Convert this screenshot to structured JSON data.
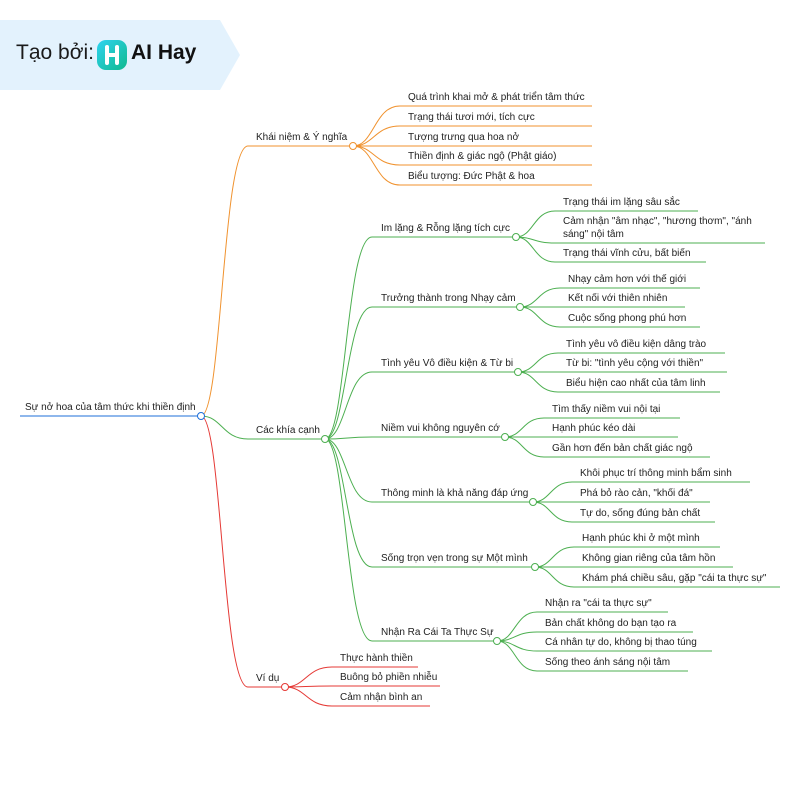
{
  "badge": {
    "label": "Tạo bởi:",
    "brand": "AI Hay",
    "background_color": "#E3F2FD",
    "brand_color": "#1DC8E8"
  },
  "mindmap": {
    "root": "Sự nở hoa của tâm thức khi thiền định",
    "colors": {
      "root": "#1E6FD9",
      "branch1": "#F0922E",
      "branch2": "#4CAF50",
      "branch3": "#E53935"
    },
    "branch1": {
      "label": "Khái niệm & Ý nghĩa",
      "items": [
        "Quá trình khai mở & phát triển tâm thức",
        "Trạng thái tươi mới, tích cực",
        "Tượng trưng qua hoa nở",
        "Thiền định & giác ngộ (Phật giáo)",
        "Biểu tượng: Đức Phật & hoa"
      ]
    },
    "branch2": {
      "label": "Các khía cạnh",
      "groups": [
        {
          "label": "Im lặng & Rỗng lặng tích cực",
          "items": [
            "Trạng thái im lặng sâu sắc",
            "Cảm nhận \"âm nhạc\", \"hương thơm\", \"ánh sáng\" nội tâm",
            "Trạng thái vĩnh cửu, bất biến"
          ]
        },
        {
          "label": "Trưởng thành trong Nhạy cảm",
          "items": [
            "Nhạy cảm hơn với thế giới",
            "Kết nối với thiên nhiên",
            "Cuộc sống phong phú hơn"
          ]
        },
        {
          "label": "Tình yêu Vô điều kiện & Từ bi",
          "items": [
            "Tình yêu vô điều kiện dâng trào",
            "Từ bi: \"tình yêu cộng với thiền\"",
            "Biểu hiện cao nhất của tâm linh"
          ]
        },
        {
          "label": "Niềm vui không nguyên cớ",
          "items": [
            "Tìm thấy niềm vui nội tại",
            "Hạnh phúc kéo dài",
            "Gần hơn đến bản chất giác ngộ"
          ]
        },
        {
          "label": "Thông minh là khả năng đáp ứng",
          "items": [
            "Khôi phục trí thông minh bẩm sinh",
            "Phá bỏ rào cản, \"khối đá\"",
            "Tự do, sống đúng bản chất"
          ]
        },
        {
          "label": "Sống trọn vẹn trong sự Một mình",
          "items": [
            "Hạnh phúc khi ở một mình",
            "Không gian riêng của tâm hồn",
            "Khám phá chiều sâu, gặp \"cái ta thực sự\""
          ]
        },
        {
          "label": "Nhận Ra Cái Ta Thực Sự",
          "items": [
            "Nhận ra \"cái ta thực sự\"",
            "Bản chất không do bạn tạo ra",
            "Cá nhân tự do, không bị thao túng",
            "Sống theo ánh sáng nội tâm"
          ]
        }
      ]
    },
    "branch3": {
      "label": "Ví dụ",
      "items": [
        "Thực hành thiền",
        "Buông bỏ phiền nhiễu",
        "Cảm nhận bình an"
      ]
    }
  }
}
